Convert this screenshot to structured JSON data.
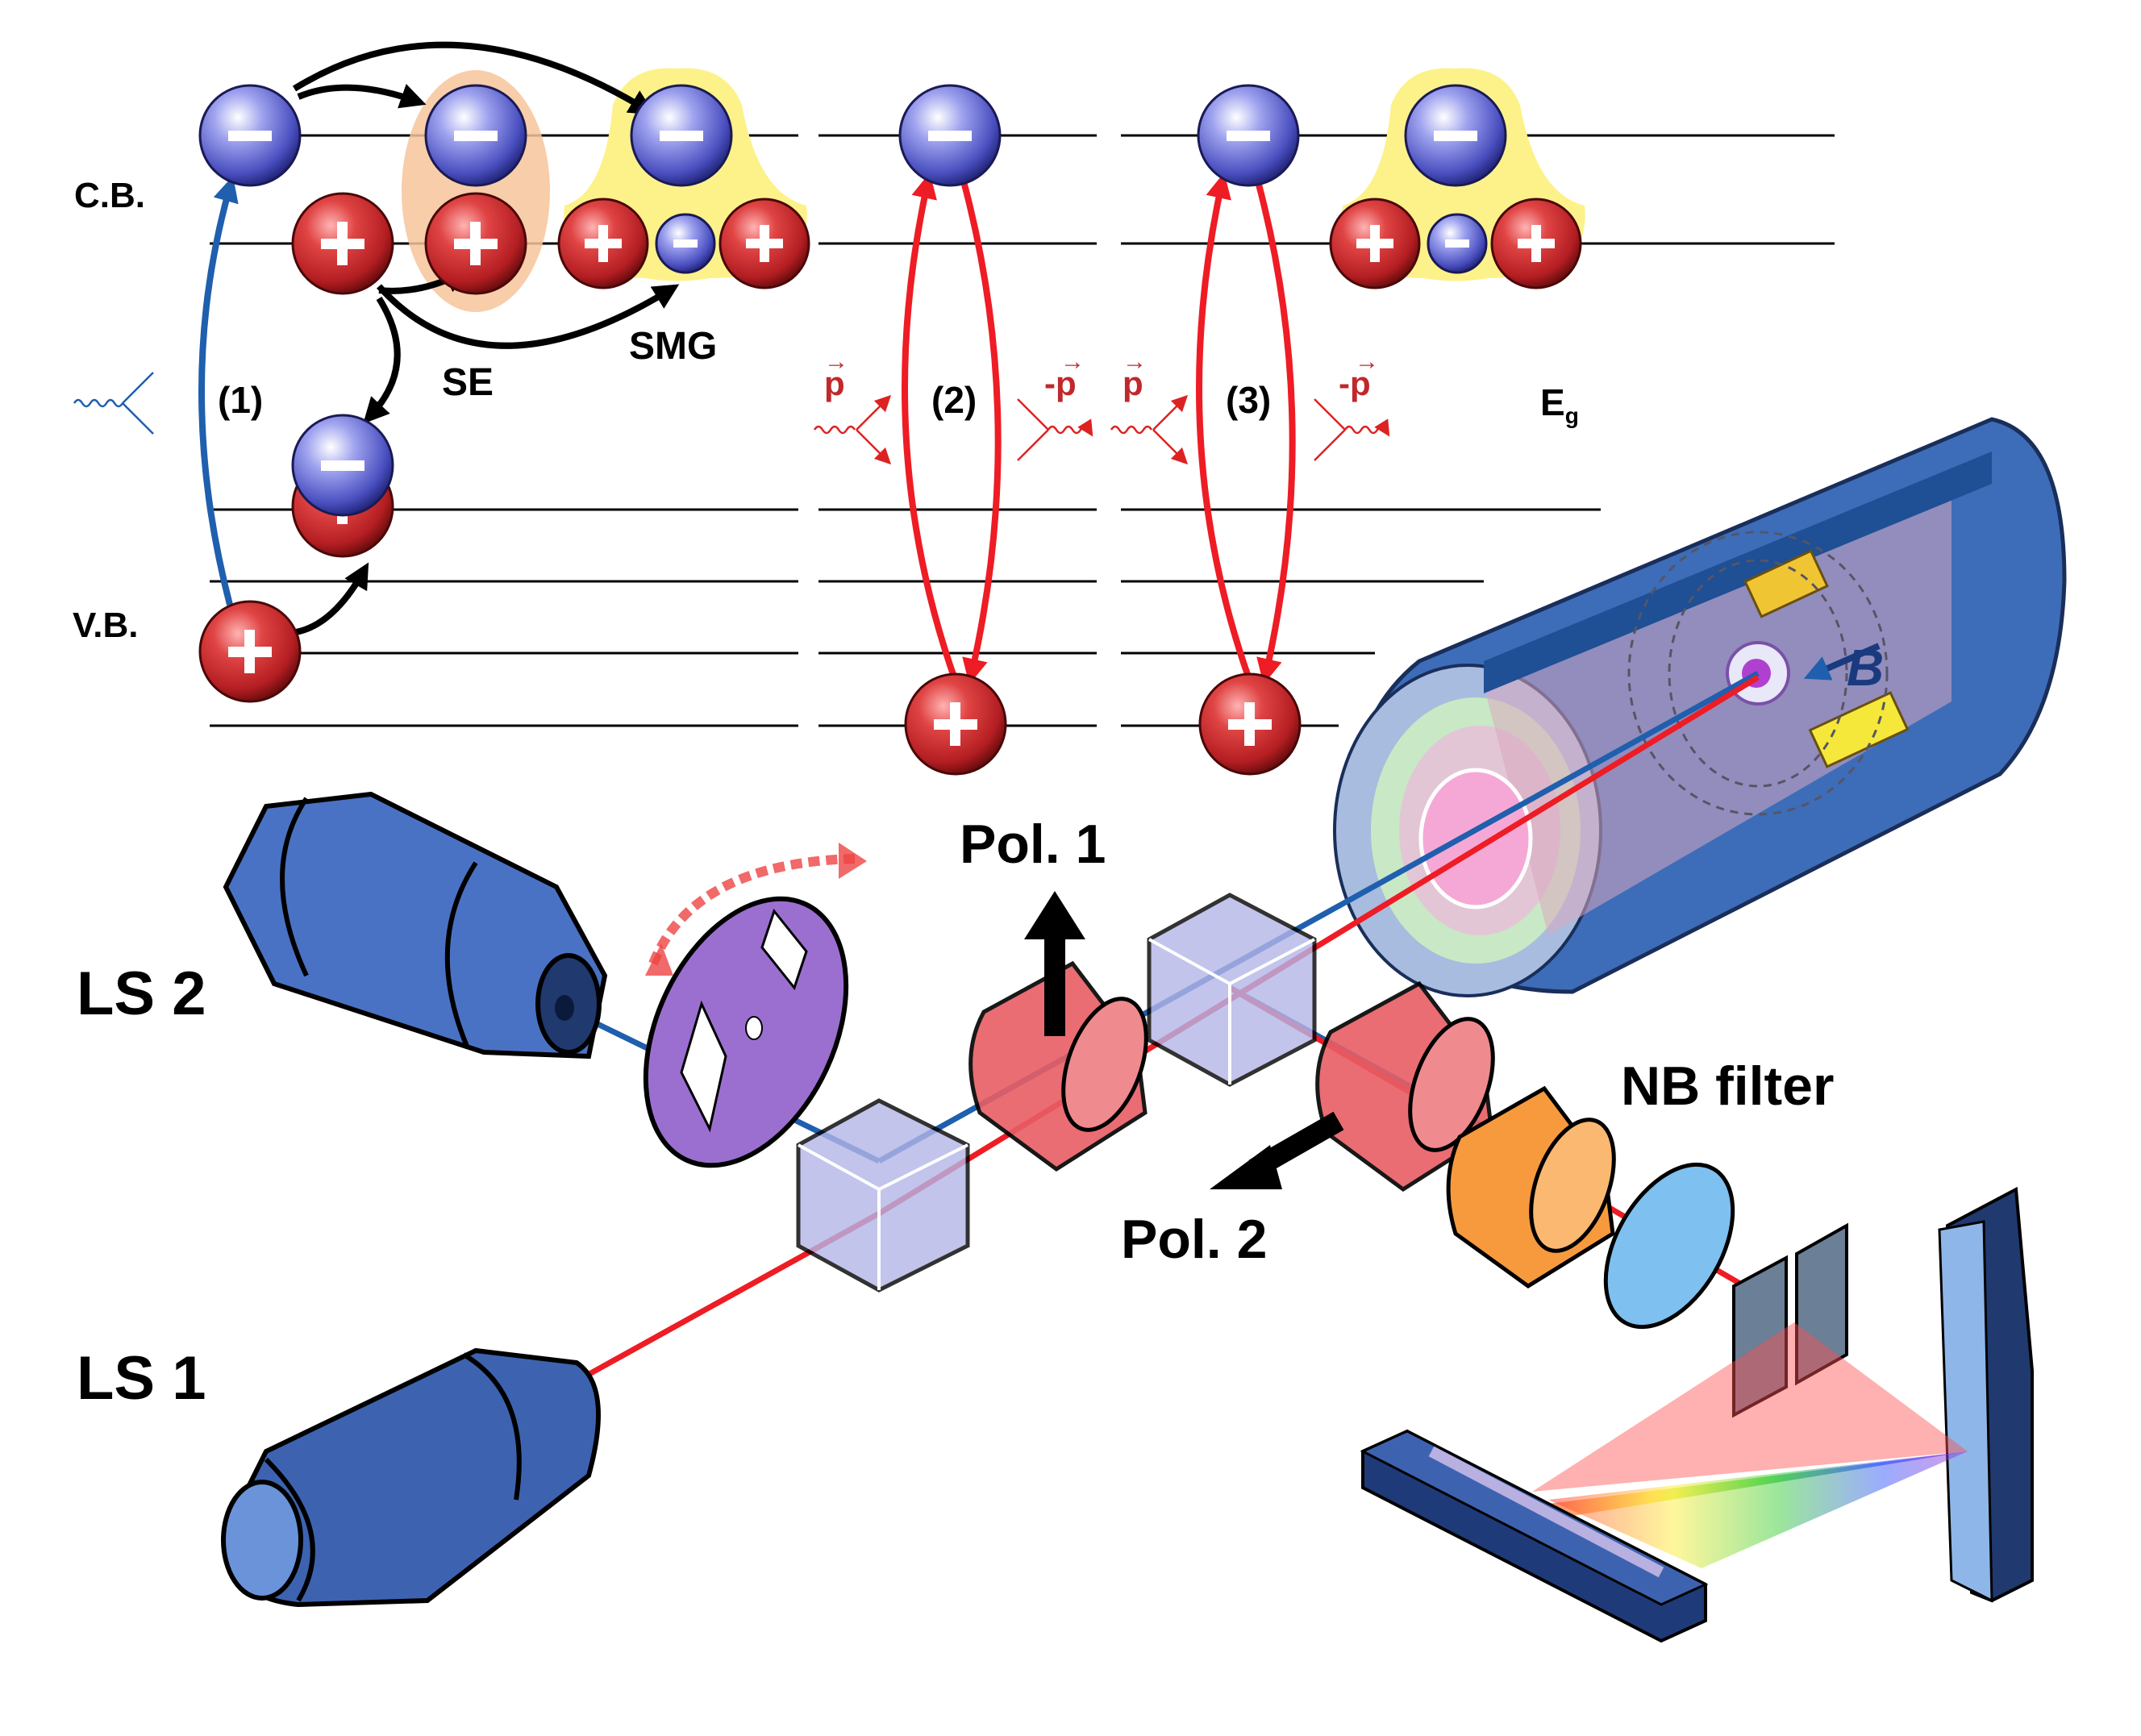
{
  "band_labels": {
    "cb": "C.B.",
    "vb": "V.B."
  },
  "process_labels": {
    "p1": "(1)",
    "p2": "(2)",
    "p3": "(3)"
  },
  "species_labels": {
    "se": "SE",
    "smg": "SMG"
  },
  "gap_label": {
    "base": "E",
    "sub": "g"
  },
  "momentum": {
    "p": "p",
    "neg_p": "-p",
    "arrow": "→"
  },
  "charge_signs": {
    "minus": "−",
    "plus": "+"
  },
  "optics": {
    "ls1": "LS 1",
    "ls2": "LS 2",
    "pol1": "Pol. 1",
    "pol2": "Pol. 2",
    "nb_filter": "NB filter",
    "magnet": "B"
  },
  "colors": {
    "electron": "#4a4fc0",
    "hole": "#b41e22",
    "blue_beam": "#1f5fae",
    "red_beam": "#ee1c24",
    "optic_body": "#4a72c4",
    "se_glow": "#f7c49a",
    "smg_glow": "#fdf28a"
  }
}
